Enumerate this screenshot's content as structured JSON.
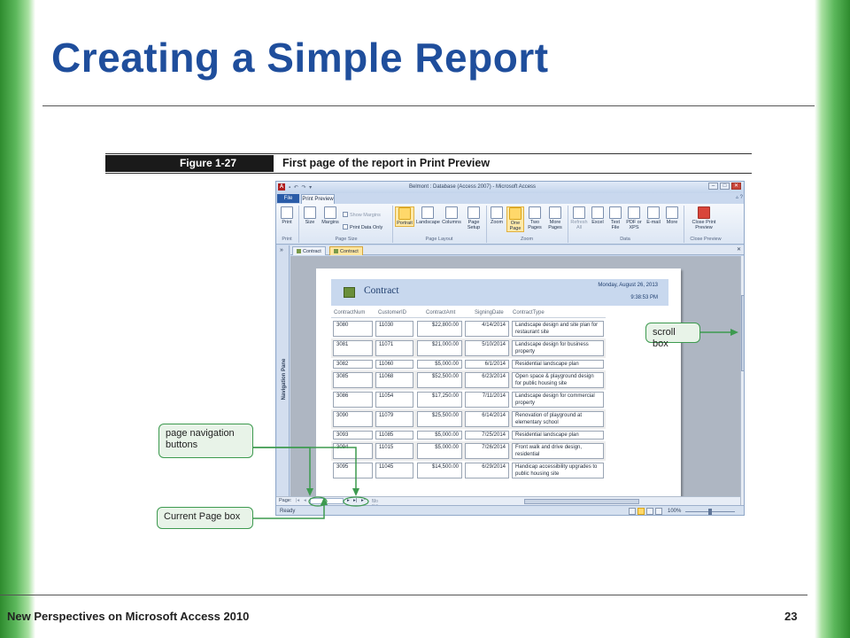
{
  "slide": {
    "title": "Creating a Simple Report",
    "footer": "New Perspectives on Microsoft Access 2010",
    "page_number": "23"
  },
  "figure": {
    "label": "Figure 1-27",
    "caption": "First page of the report in Print Preview"
  },
  "window": {
    "title": "Belmont : Database (Access 2007) - Microsoft Access",
    "app_icon": "A",
    "tabs": {
      "file": "File",
      "print_preview": "Print Preview"
    }
  },
  "ribbon": {
    "print": "Print",
    "size": "Size",
    "margins": "Margins",
    "show_margins": "Show Margins",
    "print_data_only": "Print Data Only",
    "portrait": "Portrait",
    "landscape": "Landscape",
    "columns": "Columns",
    "page_setup": "Page Setup",
    "zoom": "Zoom",
    "one_page": "One Page",
    "two_pages": "Two Pages",
    "more_pages": "More Pages",
    "refresh_all": "Refresh All",
    "excel": "Excel",
    "text_file": "Text File",
    "pdf_xps": "PDF or XPS",
    "email": "E-mail",
    "more": "More",
    "close_print_preview": "Close Print Preview",
    "groups": {
      "print": "Print",
      "page_size": "Page Size",
      "page_layout": "Page Layout",
      "zoom": "Zoom",
      "data": "Data",
      "close_preview": "Close Preview"
    }
  },
  "nav_pane": {
    "label": "Navigation Pane",
    "chevron": "»"
  },
  "doc_tabs": [
    "Contract",
    "Contract"
  ],
  "report": {
    "title": "Contract",
    "date": "Monday, August 26, 2013",
    "time": "9:38:53 PM",
    "columns": [
      "ContractNum",
      "CustomerID",
      "ContractAmt",
      "SigningDate",
      "ContractType"
    ],
    "rows": [
      [
        "3080",
        "11030",
        "$22,800.00",
        "4/14/2014",
        "Landscape design and site plan for restaurant site"
      ],
      [
        "3081",
        "11071",
        "$21,000.00",
        "5/10/2014",
        "Landscape design for business property"
      ],
      [
        "3082",
        "11060",
        "$5,000.00",
        "6/1/2014",
        "Residential landscape plan"
      ],
      [
        "3085",
        "11068",
        "$52,500.00",
        "6/23/2014",
        "Open space & playground design for public housing site"
      ],
      [
        "3086",
        "11054",
        "$17,250.00",
        "7/11/2014",
        "Landscape design for commercial property"
      ],
      [
        "3090",
        "11079",
        "$25,500.00",
        "6/14/2014",
        "Renovation of playground at elementary school"
      ],
      [
        "3093",
        "11085",
        "$5,000.00",
        "7/25/2014",
        "Residential landscape plan"
      ],
      [
        "3094",
        "11015",
        "$5,000.00",
        "7/26/2014",
        "Front walk and drive design, residential"
      ],
      [
        "3095",
        "11045",
        "$14,500.00",
        "6/29/2014",
        "Handicap accessibility upgrades to public housing site"
      ]
    ]
  },
  "navigation": {
    "page_label": "Page:",
    "no_filter": "No Filter"
  },
  "status": {
    "ready": "Ready",
    "zoom": "100%"
  },
  "callouts": {
    "scroll_box": "scroll box",
    "page_navigation": "page navigation buttons",
    "current_page": "Current Page box"
  },
  "colors": {
    "title": "#1f4e9c",
    "callout_border": "#3d9a4f",
    "report_header": "#c8d8ee"
  }
}
